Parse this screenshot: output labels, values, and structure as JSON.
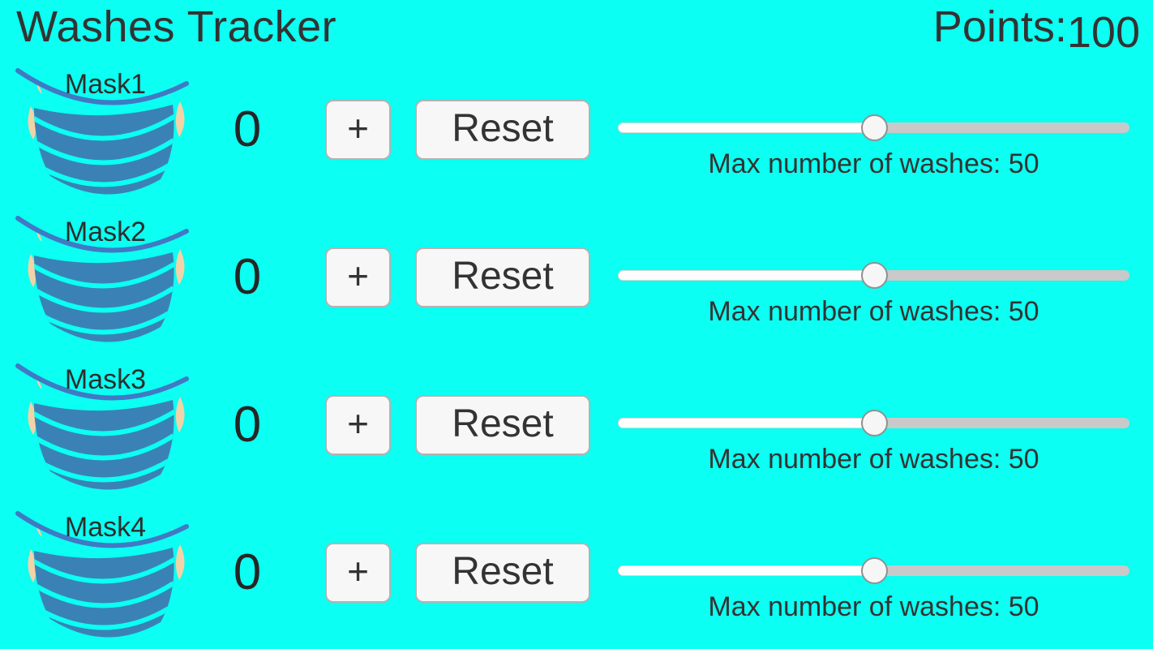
{
  "header": {
    "title": "Washes Tracker",
    "points_label": "Points:",
    "points_value": "100"
  },
  "colors": {
    "bg": "#0bfff2",
    "text": "#333333",
    "mask-body": "#3a82b6",
    "mask-rim": "#4079c4",
    "mask-strap": "#f2d3a7",
    "btn-bg": "#f7f7f7",
    "btn-border": "#b3b3b3",
    "track": "#c9c9c9",
    "track-fill": "#fdfdfd",
    "thumb-bg": "#f6f6f6",
    "thumb-border": "#919191"
  },
  "rows": [
    {
      "mask_label": "Mask1",
      "count": "0",
      "increment_label": "+",
      "reset_label": "Reset",
      "slider_percent": 50,
      "slider_max_label": "Max number of washes: 50"
    },
    {
      "mask_label": "Mask2",
      "count": "0",
      "increment_label": "+",
      "reset_label": "Reset",
      "slider_percent": 50,
      "slider_max_label": "Max number of washes: 50"
    },
    {
      "mask_label": "Mask3",
      "count": "0",
      "increment_label": "+",
      "reset_label": "Reset",
      "slider_percent": 50,
      "slider_max_label": "Max number of washes: 50"
    },
    {
      "mask_label": "Mask4",
      "count": "0",
      "increment_label": "+",
      "reset_label": "Reset",
      "slider_percent": 50,
      "slider_max_label": "Max number of washes: 50"
    }
  ]
}
